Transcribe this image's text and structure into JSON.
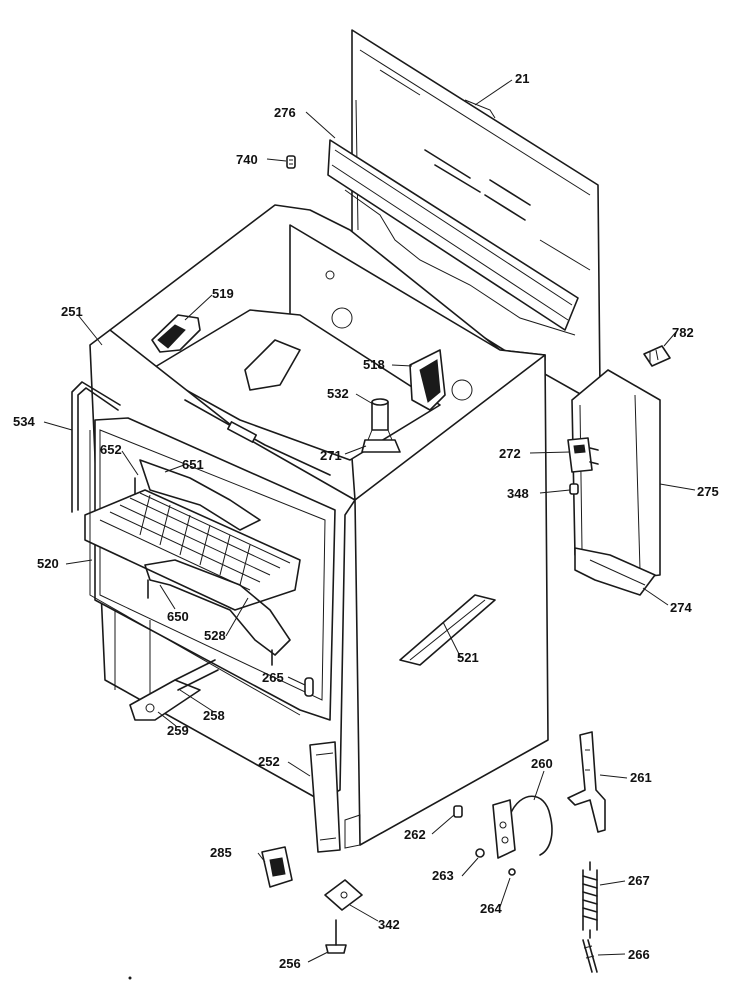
{
  "labels": {
    "p21": "21",
    "p276": "276",
    "p740": "740",
    "p519": "519",
    "p251": "251",
    "p782": "782",
    "p518": "518",
    "p532": "532",
    "p534": "534",
    "p652": "652",
    "p651": "651",
    "p271": "271",
    "p272": "272",
    "p348": "348",
    "p275": "275",
    "p520": "520",
    "p274": "274",
    "p650": "650",
    "p528": "528",
    "p521": "521",
    "p265": "265",
    "p258": "258",
    "p259": "259",
    "p252": "252",
    "p260": "260",
    "p261": "261",
    "p262": "262",
    "p285": "285",
    "p263": "263",
    "p267": "267",
    "p264": "264",
    "p342": "342",
    "p256": "256",
    "p266": "266"
  }
}
